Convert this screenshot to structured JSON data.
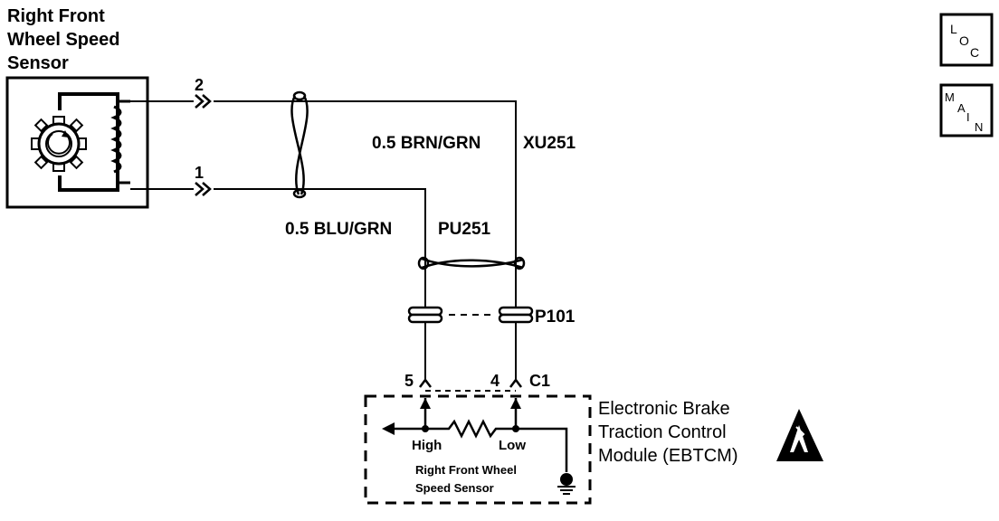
{
  "sensor": {
    "title_lines": [
      "Right Front",
      "Wheel Speed",
      "Sensor"
    ]
  },
  "wires": {
    "upper": {
      "pin": "2",
      "gauge_color": "0.5 BRN/GRN",
      "circuit": "XU251"
    },
    "lower": {
      "pin": "1",
      "gauge_color": "0.5 BLU/GRN",
      "circuit": "PU251"
    }
  },
  "connector_p101": "P101",
  "module_connector": {
    "pin_left": "5",
    "pin_right": "4",
    "name": "C1"
  },
  "module": {
    "title_lines": [
      "Electronic Brake",
      "Traction Control",
      "Module (EBTCM)"
    ],
    "high_label": "High",
    "low_label": "Low",
    "inner_label_lines": [
      "Right Front Wheel",
      "Speed Sensor"
    ]
  },
  "nav_buttons": {
    "loc": {
      "l1": "L",
      "l2": "O",
      "l3": "C"
    },
    "main": {
      "l1": "M",
      "l2": "A",
      "l3": "I",
      "l4": "N"
    }
  }
}
